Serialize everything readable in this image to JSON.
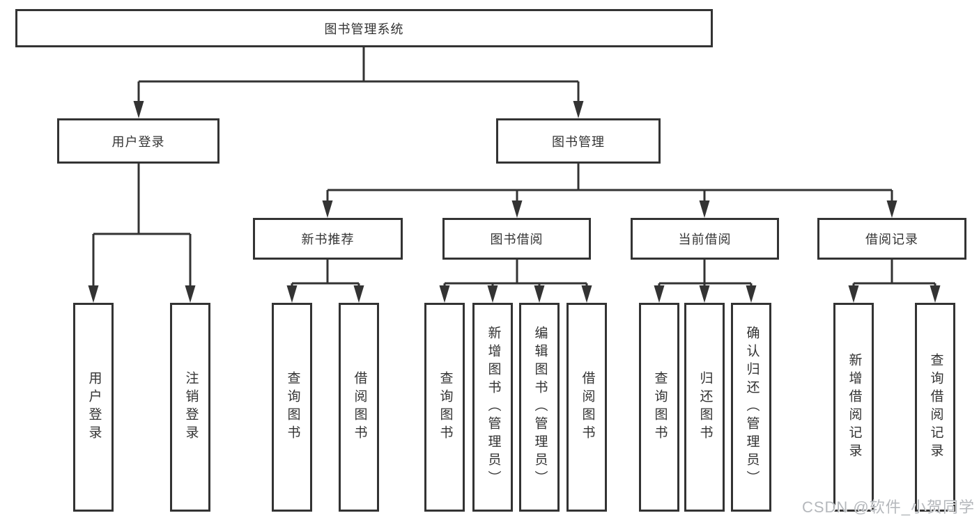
{
  "tree": {
    "label": "图书管理系统",
    "children": [
      {
        "label": "用户登录",
        "children": [
          {
            "label": "用户登录"
          },
          {
            "label": "注销登录"
          }
        ]
      },
      {
        "label": "图书管理",
        "children": [
          {
            "label": "新书推荐",
            "children": [
              {
                "label": "查询图书"
              },
              {
                "label": "借阅图书"
              }
            ]
          },
          {
            "label": "图书借阅",
            "children": [
              {
                "label": "查询图书"
              },
              {
                "label": "新增图书（管理员）"
              },
              {
                "label": "编辑图书（管理员）"
              },
              {
                "label": "借阅图书"
              }
            ]
          },
          {
            "label": "当前借阅",
            "children": [
              {
                "label": "查询图书"
              },
              {
                "label": "归还图书"
              },
              {
                "label": "确认归还（管理员）"
              }
            ]
          },
          {
            "label": "借阅记录",
            "children": [
              {
                "label": "新增借阅记录"
              },
              {
                "label": "查询借阅记录"
              }
            ]
          }
        ]
      }
    ]
  },
  "watermark": "CSDN @软件_小贺同学",
  "colors": {
    "line": "#333333",
    "box_border": "#333333",
    "text": "#333333",
    "watermark": "#b5b8bc",
    "background": "#ffffff"
  }
}
